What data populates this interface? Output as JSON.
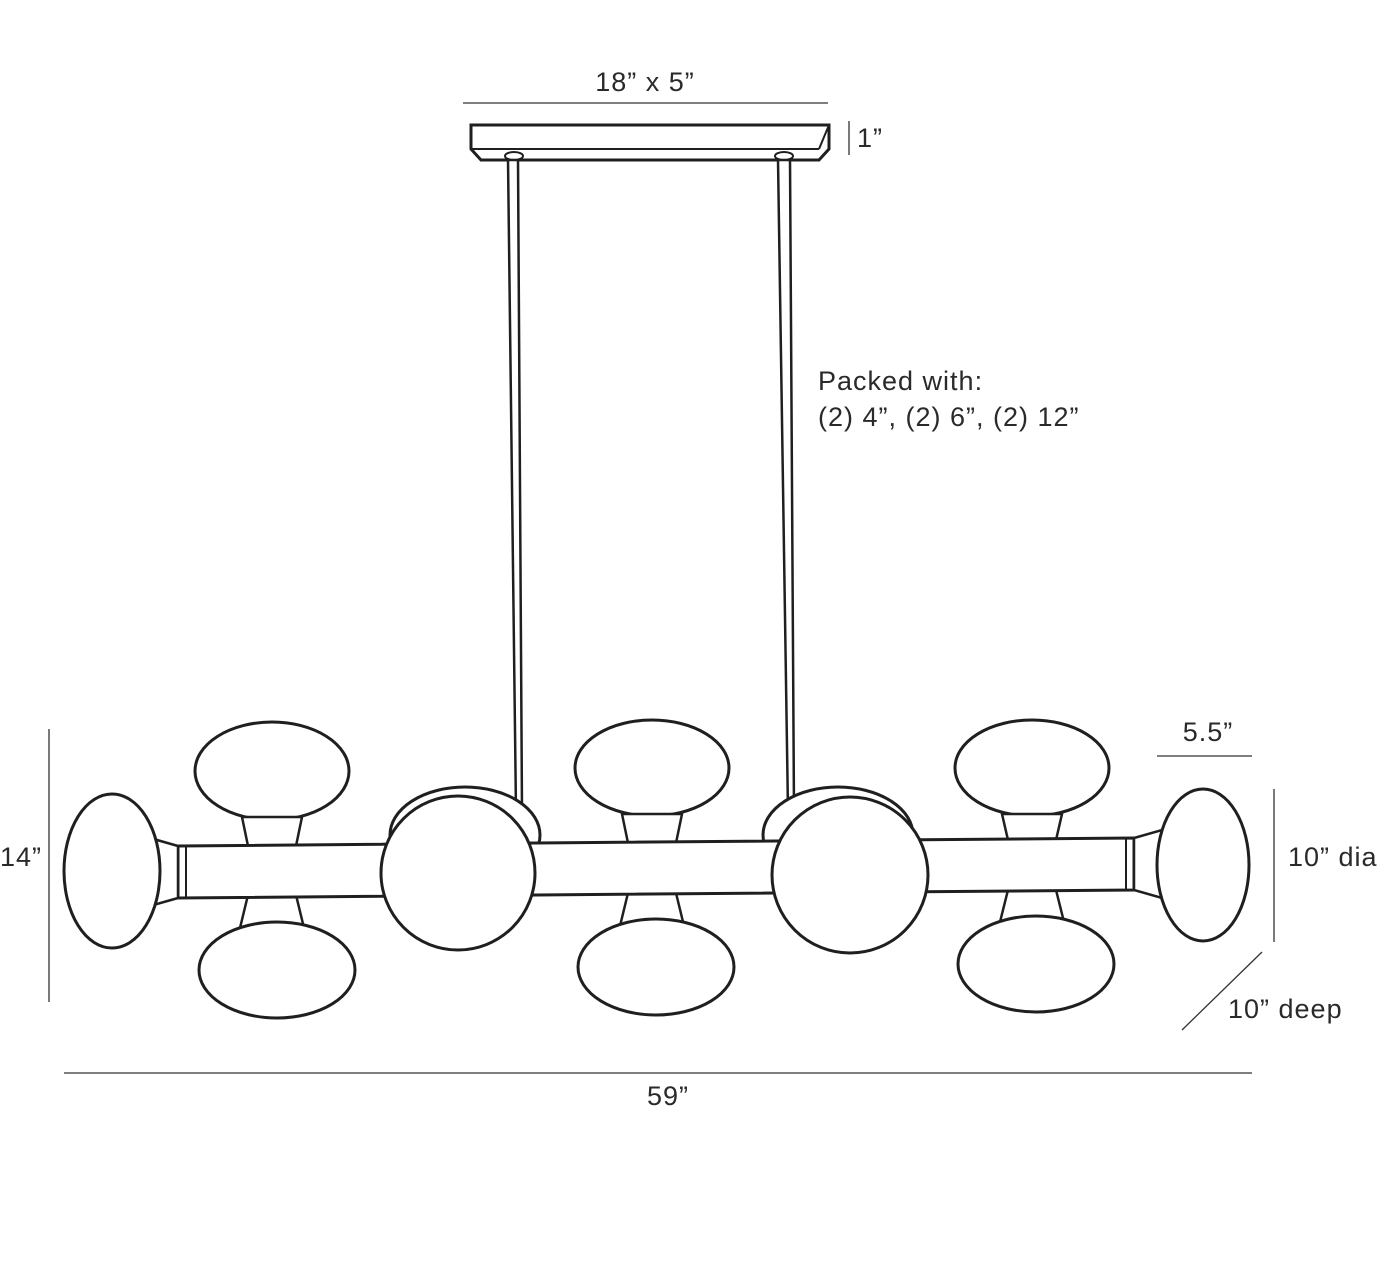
{
  "dimensions": {
    "canopy": "18” x 5”",
    "canopy_height": "1”",
    "packed_line1": "Packed with:",
    "packed_line2": "(2) 4”, (2) 6”, (2) 12”",
    "shade_width": "5.5”",
    "height": "14”",
    "diameter": "10” dia",
    "depth": "10” deep",
    "width": "59”"
  }
}
